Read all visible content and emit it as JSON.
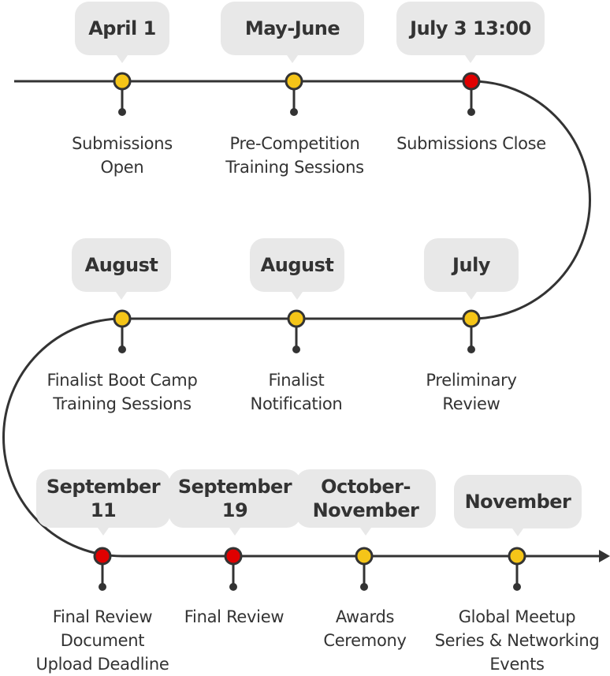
{
  "colors": {
    "line": "#333333",
    "dot_default": "#f5c518",
    "dot_highlight": "#e00000",
    "bubble": "#e8e8e8",
    "text": "#333333"
  },
  "events": [
    {
      "date": "April 1",
      "label": "Submissions\nOpen",
      "highlight": false
    },
    {
      "date": "May-June",
      "label": "Pre-Competition\nTraining Sessions",
      "highlight": false
    },
    {
      "date": "July 3 13:00",
      "label": "Submissions Close",
      "highlight": true
    },
    {
      "date": "July",
      "label": "Preliminary\nReview",
      "highlight": false
    },
    {
      "date": "August",
      "label": "Finalist\nNotification",
      "highlight": false
    },
    {
      "date": "August",
      "label": "Finalist Boot Camp\nTraining Sessions",
      "highlight": false
    },
    {
      "date": "September\n11",
      "label": "Final Review\nDocument\nUpload Deadline",
      "highlight": true
    },
    {
      "date": "September\n19",
      "label": "Final Review",
      "highlight": true
    },
    {
      "date": "October-\nNovember",
      "label": "Awards\nCeremony",
      "highlight": false
    },
    {
      "date": "November",
      "label": "Global Meetup\nSeries & Networking\nEvents",
      "highlight": false
    }
  ]
}
